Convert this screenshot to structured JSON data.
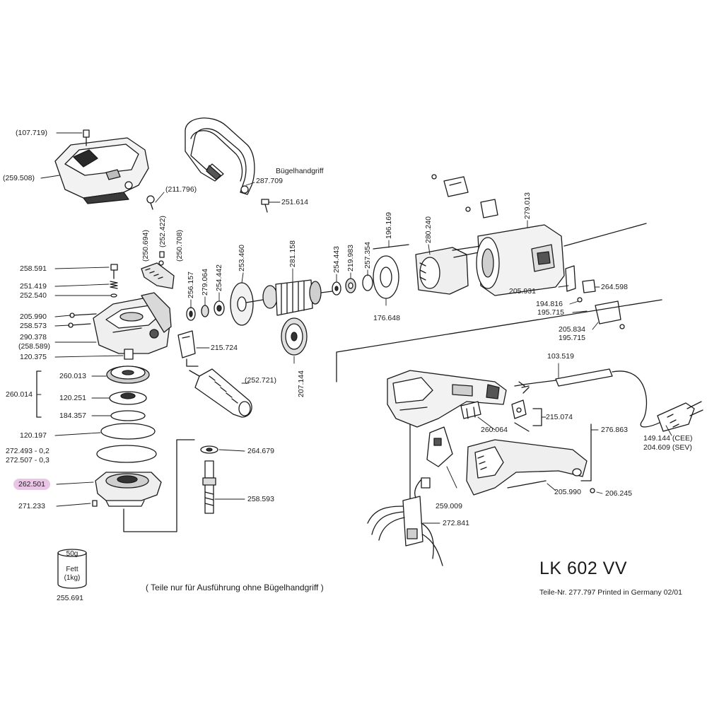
{
  "title": "LK 602 VV",
  "footer": "Teile-Nr. 277.797 Printed in Germany 02/01",
  "note": "( Teile nur für Ausführung ohne Bügelhandgriff )",
  "highlight_color": "#e9c6e6",
  "grease": {
    "top": "50g",
    "mid": "Fett",
    "bottom": "(1kg)",
    "part": "255.691"
  },
  "labels": {
    "p107719": "(107.719)",
    "p259508": "(259.508)",
    "p211796": "(211.796)",
    "bugel_name": "Bügelhandgriff",
    "p287709": "287.709",
    "p251614": "251.614",
    "p250694": "(250.694)",
    "p252422": "(252.422)",
    "p250708": "(250.708)",
    "p258591": "258.591",
    "p251419": "251.419",
    "p252540": "252.540",
    "p205990a": "205.990",
    "p258573": "258.573",
    "p290378": "290.378",
    "p258589": "(258.589)",
    "p120375": "120.375",
    "p260013": "260.013",
    "p260014": "260.014",
    "p120251": "120.251",
    "p184357": "184.357",
    "p120197": "120.197",
    "p272493": "272.493 - 0,2",
    "p272507": "272.507 - 0,3",
    "p262501": "262.501",
    "p271233": "271.233",
    "p256157": "256.157",
    "p279064": "279.064",
    "p254442": "254.442",
    "p253460": "253.460",
    "p215724": "215.724",
    "p252721": "(252.721)",
    "p264679": "264.679",
    "p258593": "258.593",
    "p281158": "281.158",
    "p207144": "207.144",
    "p254443": "254.443",
    "p219983": "219.983",
    "p257354": "257.354",
    "p196169": "196.169",
    "p176648": "176.648",
    "p280240": "280.240",
    "p279013": "279.013",
    "p205931": "205.931",
    "p264598": "264.598",
    "p194816": "194.816",
    "p195715a": "195.715",
    "p205834": "205.834",
    "p195715b": "195.715",
    "p103519": "103.519",
    "p260064": "260.064",
    "p215074": "215.074",
    "p276863": "276.863",
    "p149144": "149.144 (CEE)",
    "p204609": "204.609 (SEV)",
    "p259009": "259.009",
    "p205990b": "205.990",
    "p206245": "206.245",
    "p272841": "272.841"
  }
}
